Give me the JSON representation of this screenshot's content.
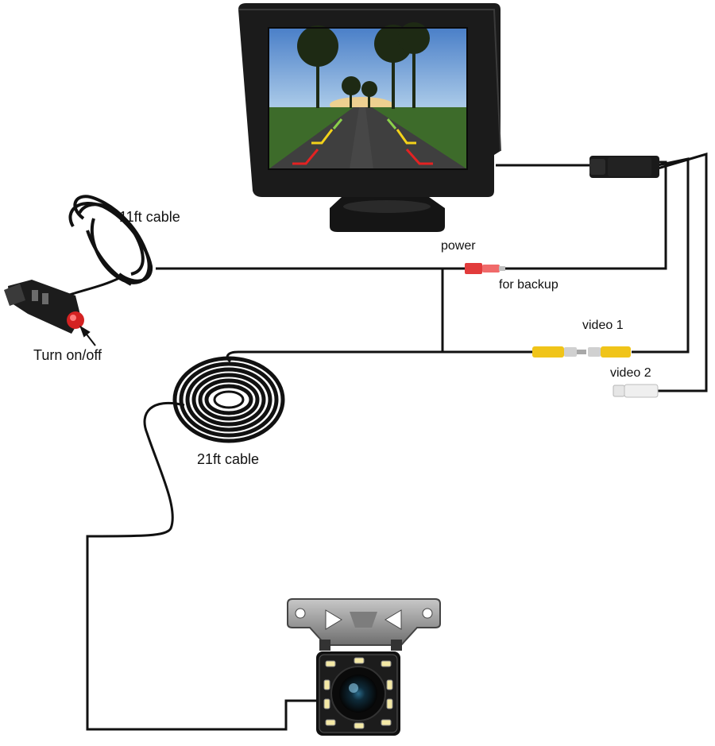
{
  "labels": {
    "cable_11ft": "11ft cable",
    "power": "power",
    "for_backup": "for backup",
    "turn_on_off": "Turn on/off",
    "video_1": "video 1",
    "video_2": "video 2",
    "cable_21ft": "21ft cable"
  },
  "colors": {
    "wire": "#111111",
    "power_plug": "#e23b3b",
    "video_plug": "#f0c419",
    "video2_plug": "#d9d9d9",
    "monitor_body": "#1b1b1b",
    "camera_led": "#f4e9a6"
  },
  "icons": {
    "monitor": "monitor-icon",
    "camera": "backup-camera-icon",
    "car_charger": "car-charger-icon",
    "cable_coil": "cable-coil-icon"
  }
}
